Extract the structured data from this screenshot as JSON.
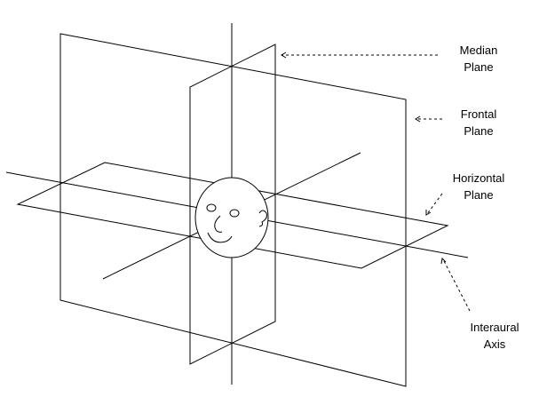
{
  "labels": {
    "median": [
      "Median",
      "Plane"
    ],
    "frontal": [
      "Frontal",
      "Plane"
    ],
    "horizontal": [
      "Horizontal",
      "Plane"
    ],
    "interaural": [
      "Interaural",
      "Axis"
    ]
  },
  "colors": {
    "line": "#000000",
    "background": "#ffffff"
  }
}
